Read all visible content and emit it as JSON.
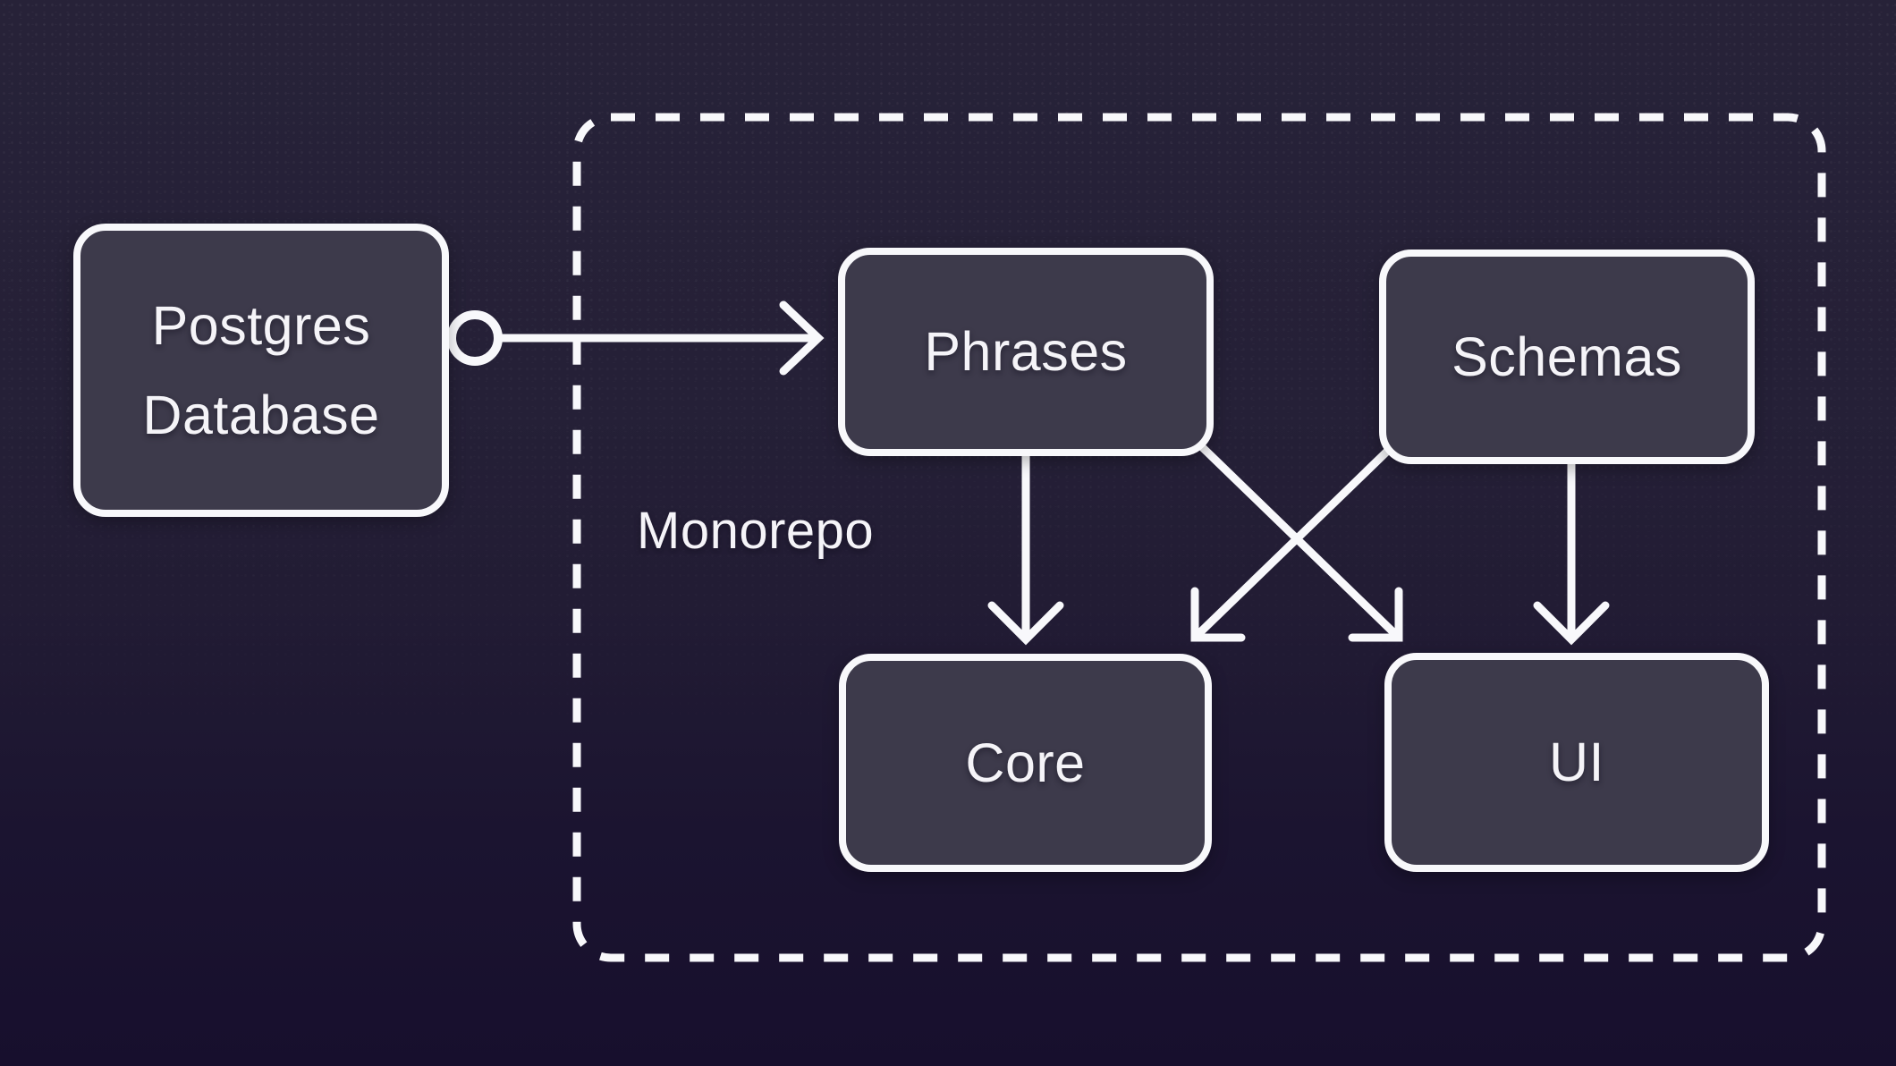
{
  "nodes": {
    "postgres": {
      "label": "Postgres Database"
    },
    "phrases": {
      "label": "Phrases"
    },
    "schemas": {
      "label": "Schemas"
    },
    "core": {
      "label": "Core"
    },
    "ui": {
      "label": "UI"
    }
  },
  "monorepo_group": {
    "label": "Monorepo"
  },
  "edges": [
    {
      "from": "Postgres Database",
      "to": "Phrases",
      "start_marker": "circle",
      "end_marker": "open-arrow"
    },
    {
      "from": "Phrases",
      "to": "Core",
      "end_marker": "open-arrow"
    },
    {
      "from": "Phrases",
      "to": "UI",
      "end_marker": "open-arrow"
    },
    {
      "from": "Schemas",
      "to": "Core",
      "end_marker": "open-arrow"
    },
    {
      "from": "Schemas",
      "to": "UI",
      "end_marker": "open-arrow"
    }
  ],
  "colors": {
    "bg_top": "#272238",
    "bg_bottom": "#170f2d",
    "node_fill": "#3d3a4b",
    "stroke": "#f8f8fb",
    "text": "#f5f4f8"
  }
}
